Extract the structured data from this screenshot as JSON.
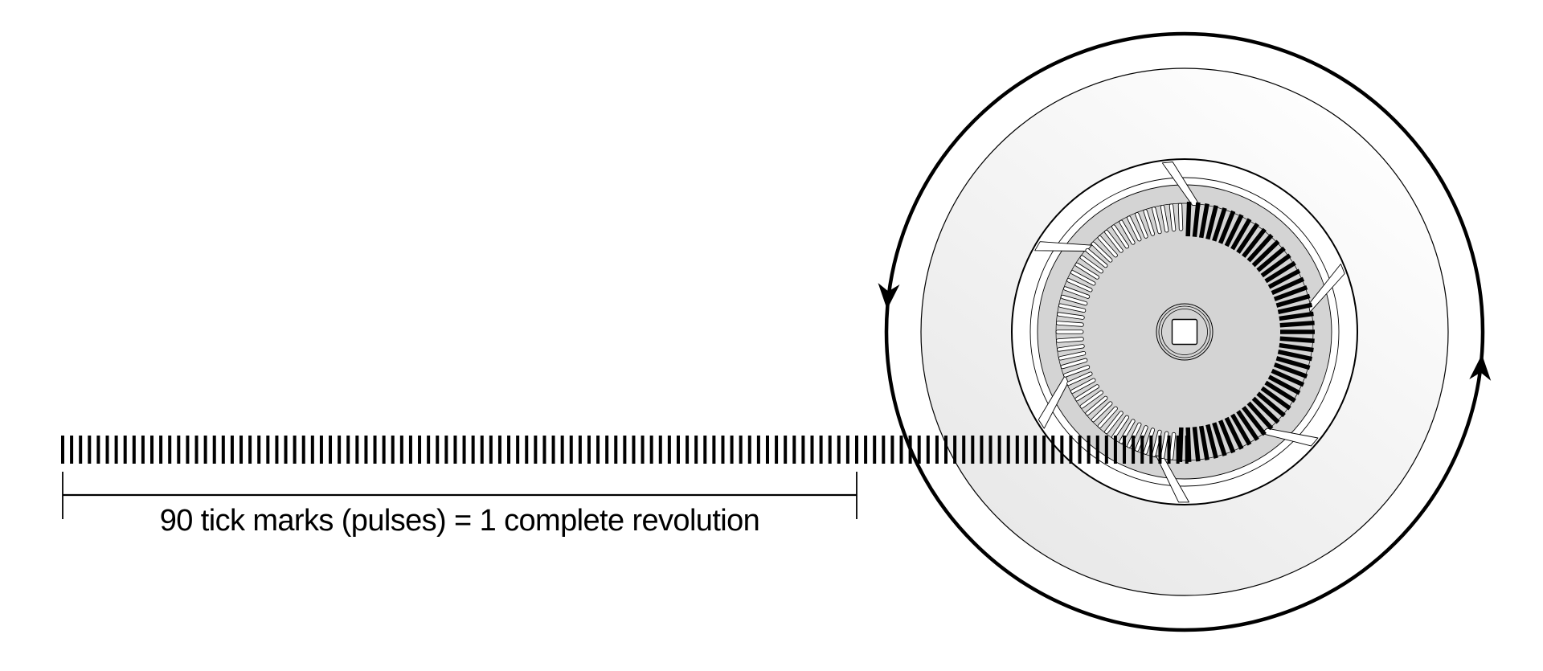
{
  "figure": {
    "caption": "90 tick marks (pulses) = 1 complete revolution",
    "bracket_tick_count": 90,
    "disc_tick_count": 90,
    "strip_tick_count_drawn": 127,
    "hollow_slot_arc_deg": [
      90,
      266
    ],
    "rotation_arrows": [
      "arrow-down-left-side",
      "arrow-up-right-side"
    ]
  },
  "colors": {
    "ink": "#000000",
    "background": "#ffffff",
    "disc_fill": "#d4d4d4",
    "face_gradient_light": "#ffffff",
    "face_gradient_shade": "#e7e7e7",
    "hollow_slot_fill": "#ffffff"
  }
}
